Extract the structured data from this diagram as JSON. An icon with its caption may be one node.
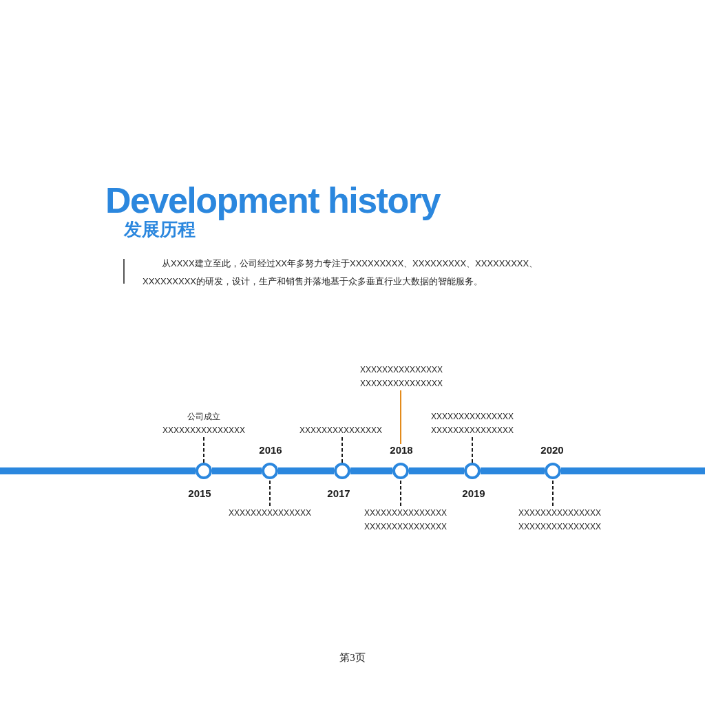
{
  "diagram": {
    "title": "Development history",
    "nodes": [
      {
        "text": [
          "公司成立",
          "XXXXXXXXXXXXXXX"
        ]
      },
      {
        "text": [],
        "shape": "circle",
        "beside": [
          "2015"
        ]
      },
      {
        "text": [],
        "shape": "circle",
        "beside": [
          "2016"
        ]
      },
      {
        "text": [
          "XXXXXXXXXXXXXXX"
        ]
      },
      {
        "text": [
          "XXXXXXXXXXXXXXX"
        ]
      },
      {
        "text": [],
        "shape": "circle",
        "beside": [
          "2017"
        ]
      },
      {
        "text": [
          "XXXXXXXXXXXXXXX XXXXXXXXXXXXXXX"
        ]
      },
      {
        "text": [],
        "shape": "circle",
        "beside": [
          "2018"
        ]
      },
      {
        "text": [
          "XXXXXXXXXXXXXXX XXXXXXXXXXXXXXX"
        ]
      },
      {
        "text": [
          "XXXXXXXXXXXXXXX XXXXXXXXXXXXXXX"
        ]
      },
      {
        "text": [],
        "shape": "circle",
        "beside": [
          "2019"
        ]
      },
      {
        "text": [],
        "shape": "circle",
        "beside": [
          "2020"
        ]
      },
      {
        "text": [
          "XXXXXXXXXXXXXXX XXXXXXXXXXXXXXX"
        ]
      }
    ],
    "edges": [
      {
        "from": null,
        "to": 1,
        "arrow": "none",
        "style": "thick"
      },
      {
        "from": 1,
        "to": 2,
        "arrow": "none",
        "style": "thick"
      },
      {
        "from": 2,
        "to": 5,
        "arrow": "none",
        "style": "thick"
      },
      {
        "from": 5,
        "to": 7,
        "arrow": "none",
        "style": "thick"
      },
      {
        "from": 7,
        "to": 10,
        "arrow": "none",
        "style": "thick"
      },
      {
        "from": 10,
        "to": 11,
        "arrow": "none",
        "style": "thick"
      },
      {
        "from": 11,
        "to": null,
        "arrow": "none",
        "style": "thick"
      },
      {
        "from": 0,
        "to": 1,
        "arrow": "none",
        "style": "dashed",
        "color": "#1a1a1a"
      },
      {
        "from": 3,
        "to": 2,
        "arrow": "none",
        "style": "dashed",
        "color": "#1a1a1a"
      },
      {
        "from": 4,
        "to": 5,
        "arrow": "none",
        "style": "dashed",
        "color": "#1a1a1a"
      },
      {
        "from": 6,
        "to": 7,
        "arrow": "none",
        "color": "#e38b1c"
      },
      {
        "from": 8,
        "to": 7,
        "arrow": "none",
        "style": "dashed",
        "color": "#1a1a1a"
      },
      {
        "from": 9,
        "to": 10,
        "arrow": "none",
        "style": "dashed",
        "color": "#1a1a1a"
      },
      {
        "from": 12,
        "to": 11,
        "arrow": "none",
        "style": "dashed",
        "color": "#1a1a1a"
      }
    ],
    "labels": [
      "发展历程",
      "从XXXX建立至此，公司经过XX年多努力专注于XXXXXXXXX、XXXXXXXXX、XXXXXXXXX、XXXXXXXXX的研发，设计，生产和销售并落地基于众多垂直行业大数据的智能服务。",
      "第3页"
    ]
  }
}
